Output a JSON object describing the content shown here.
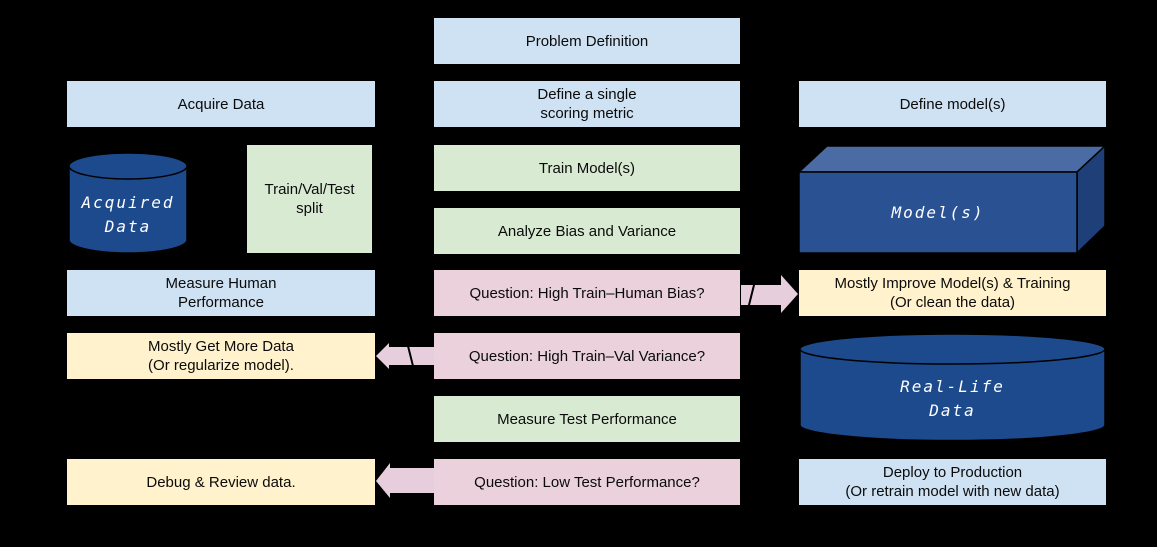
{
  "title": "ML workflow flowchart",
  "colors": {
    "background": "#000000",
    "light_blue": "#cfe2f3",
    "light_green": "#d9ead3",
    "light_pink": "#ead1dc",
    "light_yellow": "#fff2cc",
    "dark_blue": "#1c4a8c",
    "prism_top": "#4a6ba3",
    "prism_front": "#2a5192",
    "prism_right": "#1e3f77",
    "arrow_fill": "#e7cedd",
    "text": "#0b0b0b",
    "cylinder_text": "#ffffff"
  },
  "nodes": {
    "problem_definition": {
      "label": "Problem Definition"
    },
    "acquire_data": {
      "label": "Acquire Data"
    },
    "define_metric": {
      "label": "Define a single\nscoring metric"
    },
    "define_models": {
      "label": "Define model(s)"
    },
    "acquired_data": {
      "label": "Acquired\nData"
    },
    "train_val_test_split": {
      "label": "Train/Val/Test\nsplit"
    },
    "train_models": {
      "label": "Train Model(s)"
    },
    "analyze_bias_variance": {
      "label": "Analyze Bias and Variance"
    },
    "models": {
      "label": "Model(s)"
    },
    "measure_human_performance": {
      "label": "Measure Human\nPerformance"
    },
    "question_train_human_bias": {
      "label": "Question: High Train–Human Bias?"
    },
    "mostly_improve_models": {
      "label": "Mostly Improve Model(s) & Training\n(Or clean the data)"
    },
    "mostly_get_more_data": {
      "label": "Mostly Get More Data\n(Or regularize model)."
    },
    "question_train_val_variance": {
      "label": "Question: High Train–Val Variance?"
    },
    "real_life_data": {
      "label": "Real-Life\nData"
    },
    "measure_test_performance": {
      "label": "Measure Test Performance"
    },
    "debug_review_data": {
      "label": "Debug & Review data."
    },
    "question_low_test_performance": {
      "label": "Question: Low Test Performance?"
    },
    "deploy_to_production": {
      "label": "Deploy to Production\n(Or retrain model with new data)"
    }
  }
}
